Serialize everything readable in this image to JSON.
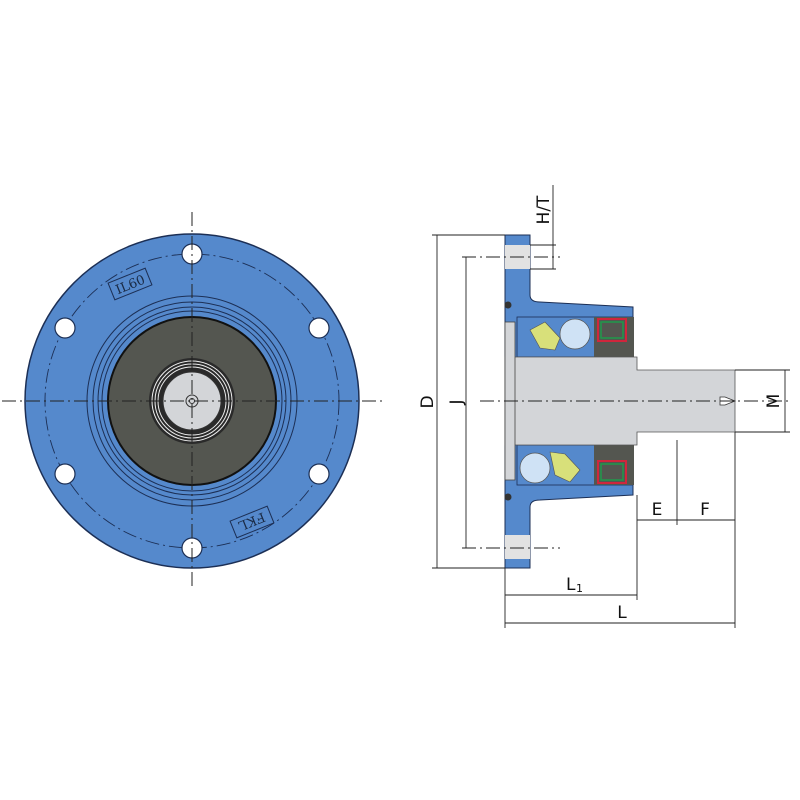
{
  "colors": {
    "housing": "#5589cc",
    "seal": "#545650",
    "shaft": "#d3d5d8",
    "cage": "#d8e07a",
    "ball": "#cfe2f5",
    "seal_red": "#d0263c",
    "seal_green": "#1e9a4a"
  },
  "front_view": {
    "marking_top": "IL60",
    "marking_bottom": "FKL"
  },
  "dimensions": {
    "D": "D",
    "J": "J",
    "HT": "H/T",
    "M": "M",
    "E": "E",
    "F": "F",
    "L1_main": "L",
    "L1_sub": "1",
    "L": "L"
  }
}
